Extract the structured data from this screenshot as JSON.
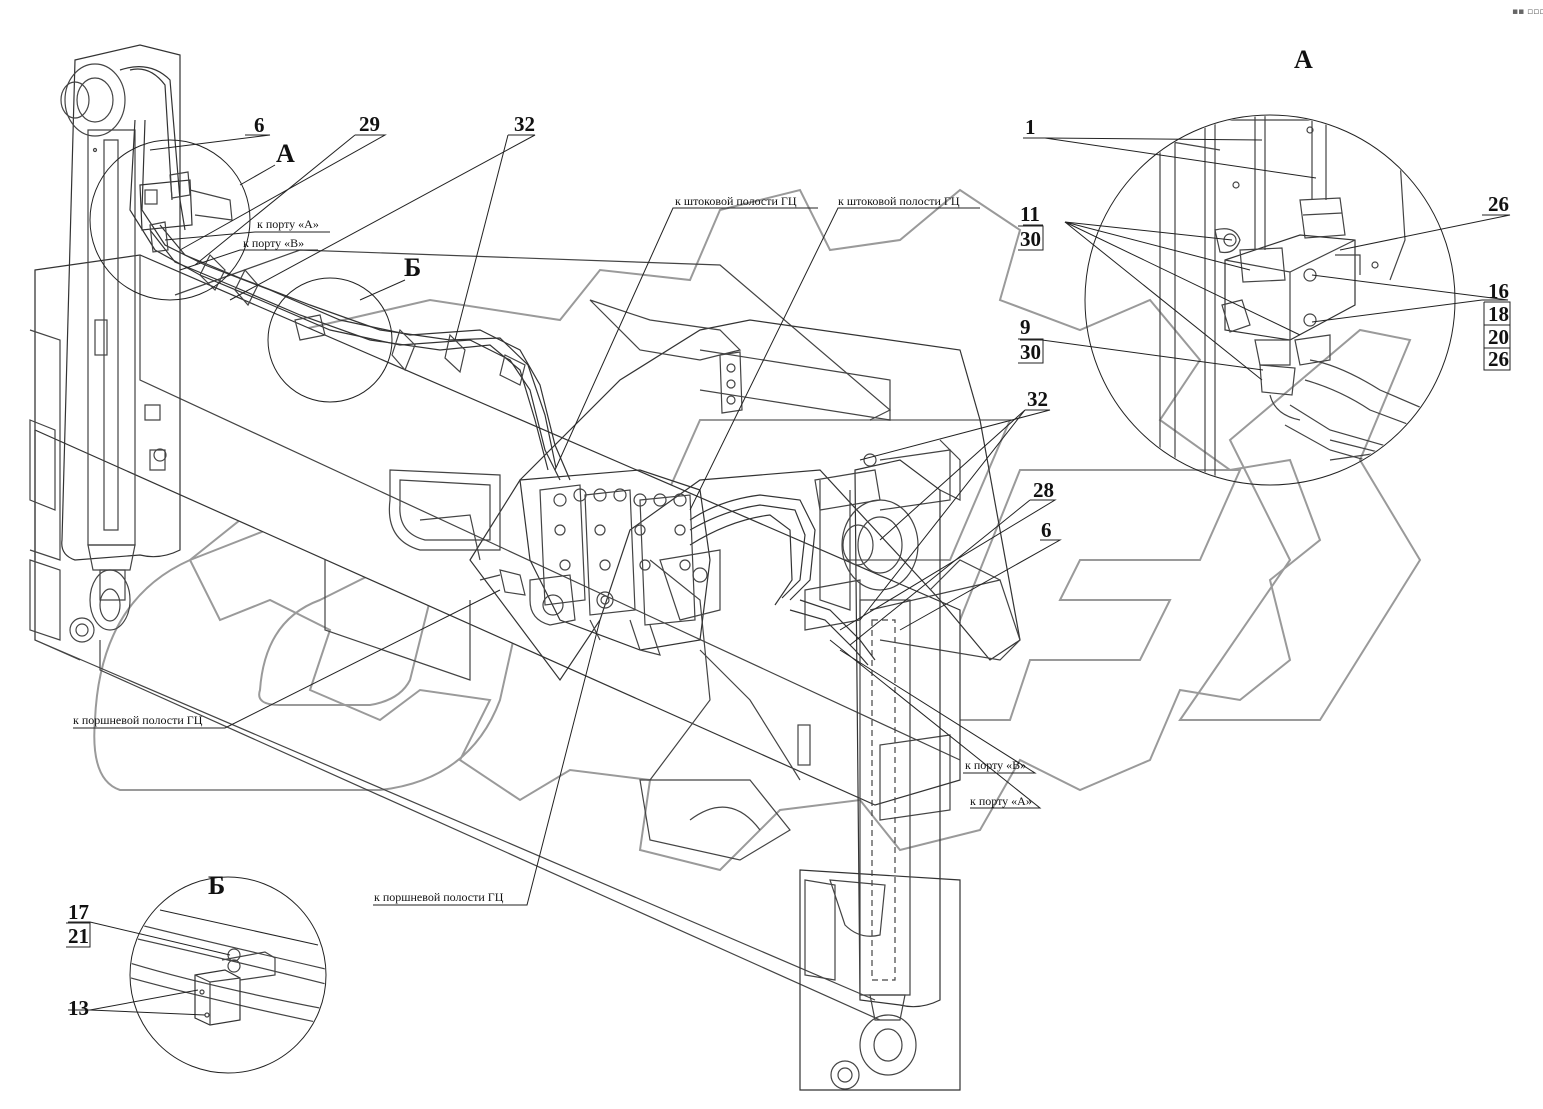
{
  "view_labels": {
    "detail_a_main": "А",
    "detail_b_main": "Б",
    "detail_a_title": "А",
    "detail_b_title": "Б"
  },
  "callouts": {
    "c6_left": "6",
    "c29": "29",
    "c32_top": "32",
    "c32_mid": "32",
    "c28": "28",
    "c6_right": "6",
    "a1": "1",
    "a11": "11",
    "a30_top": "30",
    "a9": "9",
    "a30_bottom": "30",
    "a26_top": "26",
    "a16": "16",
    "a18": "18",
    "a20": "20",
    "a26_bottom": "26",
    "b17": "17",
    "b21": "21",
    "b13": "13"
  },
  "notes": {
    "port_a_left": "к порту «А»",
    "port_b_left": "к порту «В»",
    "rod_cavity_1": "к штоковой полости ГЦ",
    "rod_cavity_2": "к штоковой полости ГЦ",
    "piston_cavity_left": "к поршневой полости ГЦ",
    "piston_cavity_bottom": "к поршневой полости ГЦ",
    "port_b_right": "к порту «В»",
    "port_a_right": "к порту «А»"
  },
  "header_mark": "▪▪ ▫▫▫",
  "colors": {
    "line": "#222222",
    "watermark": "#9a9a9a",
    "background": "#ffffff"
  }
}
